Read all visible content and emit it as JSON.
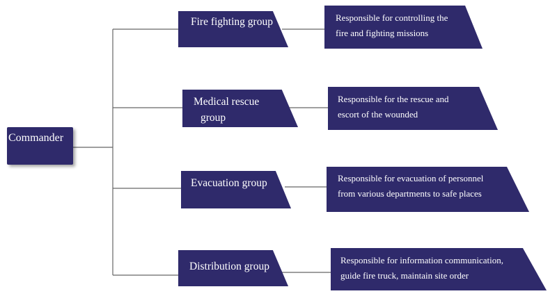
{
  "root": {
    "label": "Commander"
  },
  "groups": [
    {
      "label": "Fire fighting group",
      "description": [
        "Responsible for controlling the",
        "fire and fighting missions"
      ]
    },
    {
      "label": [
        "Medical rescue",
        "group"
      ],
      "description": [
        "Responsible for the rescue and",
        "escort of the wounded"
      ]
    },
    {
      "label": "Evacuation group",
      "description": [
        "Responsible for evacuation of personnel",
        "from various departments to safe places"
      ]
    },
    {
      "label": "Distribution group",
      "description": [
        "Responsible for information communication,",
        "guide fire truck, maintain site order"
      ]
    }
  ],
  "colors": {
    "box": "#2f2a6b",
    "text": "#ffffff",
    "line": "#666666"
  }
}
